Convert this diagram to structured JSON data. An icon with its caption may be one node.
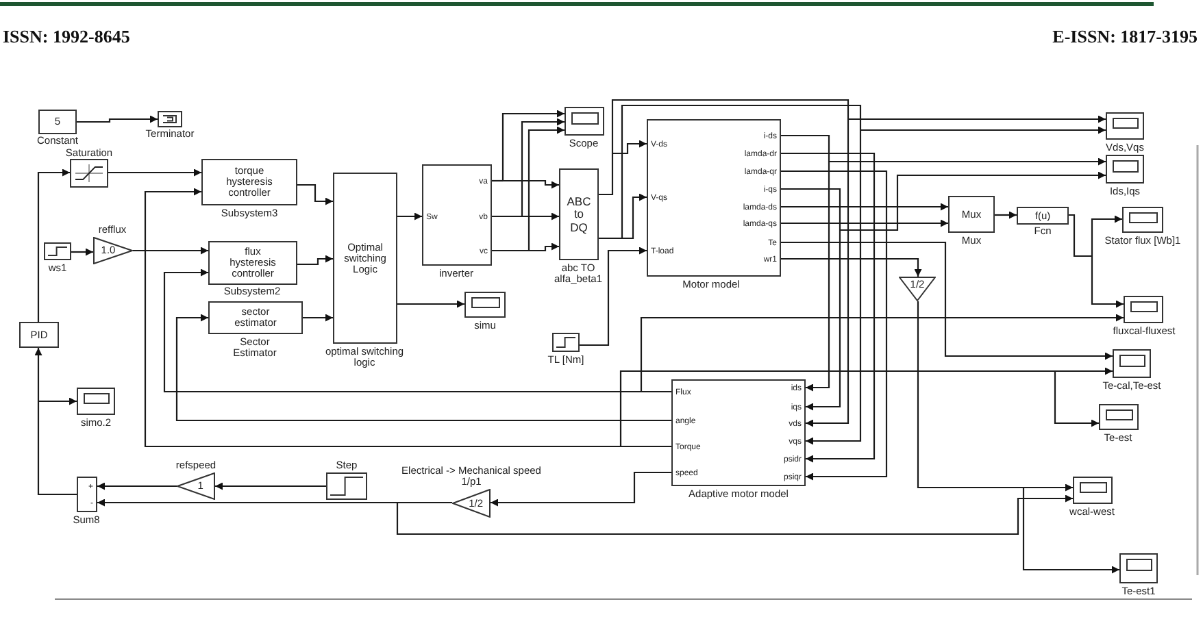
{
  "diagram": {
    "nodes": [
      {
        "text": [
          "5"
        ],
        "beside": [
          "Constant"
        ]
      },
      {
        "text": [],
        "shape": "box",
        "beside": [
          "Terminator"
        ]
      },
      {
        "text": [],
        "shape": "box",
        "beside": [
          "Saturation"
        ]
      },
      {
        "text": [
          "torque hysteresis controller"
        ],
        "beside": [
          "Subsystem3"
        ]
      },
      {
        "text": [],
        "shape": "box",
        "beside": [
          "ws1"
        ]
      },
      {
        "text": [
          "1.0"
        ],
        "beside": [
          "refflux"
        ]
      },
      {
        "text": [
          "flux hysteresis controller"
        ],
        "beside": [
          "Subsystem2"
        ]
      },
      {
        "text": [
          "sector estimator"
        ],
        "beside": [
          "Sector Estimator"
        ]
      },
      {
        "text": [
          "Optimal switching Logic"
        ],
        "beside": [
          "optimal switching logic"
        ]
      },
      {
        "text": [
          "PID"
        ]
      },
      {
        "text": [],
        "shape": "box",
        "beside": [
          "simo.2"
        ]
      },
      {
        "text": [
          "+",
          "-"
        ],
        "beside": [
          "Sum8"
        ]
      },
      {
        "text": [
          "1"
        ],
        "beside": [
          "refspeed"
        ]
      },
      {
        "text": [],
        "shape": "box",
        "beside": [
          "Step"
        ]
      },
      {
        "text": [
          "Sw",
          "va",
          "vb",
          "vc"
        ],
        "beside": [
          "inverter"
        ]
      },
      {
        "text": [],
        "shape": "box",
        "beside": [
          "simu"
        ]
      },
      {
        "text": [],
        "shape": "box",
        "beside": [
          "Scope"
        ]
      },
      {
        "text": [
          "ABC to DQ"
        ],
        "beside": [
          "abc TO alfa_beta1"
        ]
      },
      {
        "text": [
          "V-ds",
          "V-qs",
          "T-load",
          "i-ds",
          "lamda-dr",
          "lamda-qr",
          "i-qs",
          "lamda-ds",
          "lamda-qs",
          "Te",
          "wr1"
        ],
        "beside": [
          "Motor model"
        ]
      },
      {
        "text": [],
        "shape": "box",
        "beside": [
          "TL [Nm]"
        ]
      },
      {
        "text": [
          "Mux"
        ],
        "beside": [
          "Mux"
        ]
      },
      {
        "text": [
          "f(u)"
        ],
        "beside": [
          "Fcn"
        ]
      },
      {
        "text": [
          "1/2"
        ]
      },
      {
        "text": [],
        "shape": "box",
        "beside": [
          "Vds,Vqs"
        ]
      },
      {
        "text": [],
        "shape": "box",
        "beside": [
          "Ids,Iqs"
        ]
      },
      {
        "text": [],
        "shape": "box",
        "beside": [
          "Stator flux [Wb]1"
        ]
      },
      {
        "text": [],
        "shape": "box",
        "beside": [
          "fluxcal-fluxest"
        ]
      },
      {
        "text": [],
        "shape": "box",
        "beside": [
          "Te-cal,Te-est"
        ]
      },
      {
        "text": [],
        "shape": "box",
        "beside": [
          "Te-est"
        ]
      },
      {
        "text": [],
        "shape": "box",
        "beside": [
          "wcal-west"
        ]
      },
      {
        "text": [],
        "shape": "box",
        "beside": [
          "Te-est1"
        ]
      },
      {
        "text": [
          "Flux",
          "angle",
          "Torque",
          "speed",
          "ids",
          "iqs",
          "vds",
          "vqs",
          "psidr",
          "psiqr"
        ],
        "beside": [
          "Adaptive motor model"
        ]
      },
      {
        "text": [
          "1/2"
        ],
        "beside": [
          "Electrical -> Mechanical speed 1/p1"
        ]
      }
    ],
    "edges": [
      {
        "from": 0,
        "to": 1,
        "arrow": "to"
      },
      {
        "from": 9,
        "to": 2,
        "arrow": "to"
      },
      {
        "from": 2,
        "to": 3,
        "arrow": "to"
      },
      {
        "from": 31,
        "to": 3,
        "arrow": "to"
      },
      {
        "from": 4,
        "to": 5,
        "arrow": "to"
      },
      {
        "from": 5,
        "to": 6,
        "arrow": "to"
      },
      {
        "from": 31,
        "to": 6,
        "arrow": "to"
      },
      {
        "from": 31,
        "to": 7,
        "arrow": "to"
      },
      {
        "from": 3,
        "to": 8,
        "arrow": "to"
      },
      {
        "from": 6,
        "to": 8,
        "arrow": "to"
      },
      {
        "from": 7,
        "to": 8,
        "arrow": "to"
      },
      {
        "from": 8,
        "to": 14,
        "arrow": "to"
      },
      {
        "from": 8,
        "to": 15,
        "arrow": "to"
      },
      {
        "from": 14,
        "to": 16,
        "arrow": "to"
      },
      {
        "from": 14,
        "to": 16,
        "arrow": "to"
      },
      {
        "from": 14,
        "to": 16,
        "arrow": "to"
      },
      {
        "from": 14,
        "to": 17,
        "arrow": "to"
      },
      {
        "from": 14,
        "to": 17,
        "arrow": "to"
      },
      {
        "from": 14,
        "to": 17,
        "arrow": "to"
      },
      {
        "from": 17,
        "to": 18,
        "arrow": "to"
      },
      {
        "from": 17,
        "to": 18,
        "arrow": "to"
      },
      {
        "from": 19,
        "to": 18,
        "arrow": "to"
      },
      {
        "from": 17,
        "to": 23,
        "arrow": "to"
      },
      {
        "from": 17,
        "to": 23,
        "arrow": "to"
      },
      {
        "from": 17,
        "to": 31,
        "arrow": "to"
      },
      {
        "from": 17,
        "to": 31,
        "arrow": "to"
      },
      {
        "from": 18,
        "to": 24,
        "arrow": "to"
      },
      {
        "from": 18,
        "to": 31,
        "arrow": "to"
      },
      {
        "from": 18,
        "to": 24,
        "arrow": "to"
      },
      {
        "from": 18,
        "to": 31,
        "arrow": "to"
      },
      {
        "from": 18,
        "to": 20,
        "arrow": "to"
      },
      {
        "from": 18,
        "to": 20,
        "arrow": "to"
      },
      {
        "from": 18,
        "to": 31,
        "arrow": "to"
      },
      {
        "from": 18,
        "to": 31,
        "arrow": "to"
      },
      {
        "from": 18,
        "to": 27,
        "arrow": "to"
      },
      {
        "from": 18,
        "to": 22,
        "arrow": "to"
      },
      {
        "from": 22,
        "to": 29,
        "arrow": "to"
      },
      {
        "from": 20,
        "to": 21,
        "arrow": "to"
      },
      {
        "from": 21,
        "to": 25,
        "arrow": "to"
      },
      {
        "from": 21,
        "to": 26,
        "arrow": "to"
      },
      {
        "from": 31,
        "to": 26,
        "arrow": "to"
      },
      {
        "from": 31,
        "to": 27,
        "arrow": "to"
      },
      {
        "from": 31,
        "to": 28,
        "arrow": "to"
      },
      {
        "from": 31,
        "to": 32,
        "arrow": "to"
      },
      {
        "from": 32,
        "to": 11,
        "arrow": "to"
      },
      {
        "from": 32,
        "to": 29,
        "arrow": "to"
      },
      {
        "from": 22,
        "to": 30,
        "arrow": "to"
      },
      {
        "from": 12,
        "to": 11,
        "arrow": "to"
      },
      {
        "from": 13,
        "to": 12,
        "arrow": "to"
      },
      {
        "from": 11,
        "to": 9,
        "arrow": "to"
      },
      {
        "from": 11,
        "to": 10,
        "arrow": "to"
      }
    ],
    "labels": [
      "ISSN: **1992-8645**",
      "E-ISSN: **1817-3195**"
    ]
  }
}
